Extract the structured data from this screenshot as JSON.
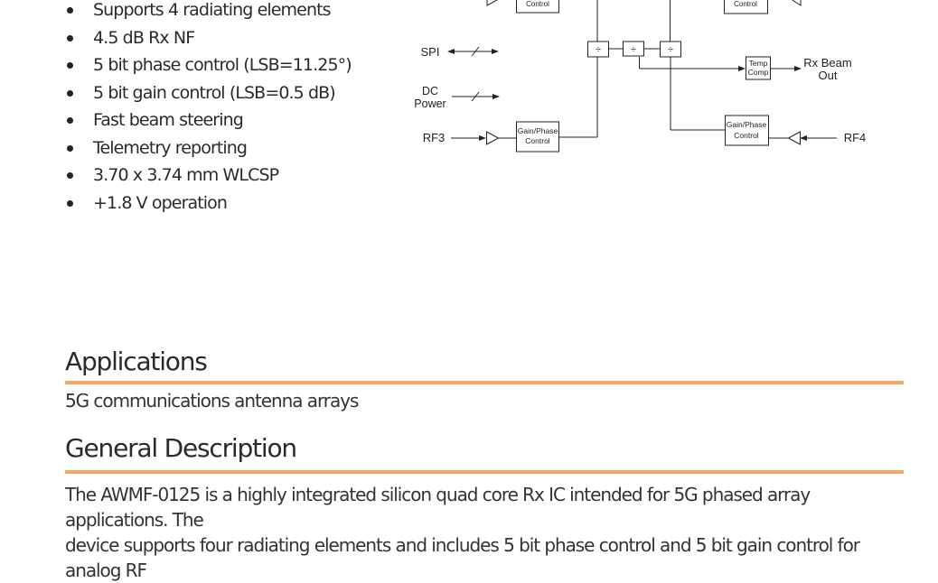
{
  "features": [
    "Supports 4 radiating elements",
    "4.5 dB Rx NF",
    "5 bit phase control (LSB=11.25°)",
    "5 bit gain control (LSB=0.5 dB)",
    "Fast beam steering",
    "Telemetry reporting",
    "3.70 x 3.74 mm WLCSP",
    "+1.8 V operation"
  ],
  "diagram": {
    "control_top_left": "Control",
    "control_top_right": "Control",
    "spi": "SPI",
    "dc": "DC",
    "power": "Power",
    "rf3": "RF3",
    "rf4": "RF4",
    "gain_phase_1": "Gain/Phase",
    "control_1": "Control",
    "gain_phase_2": "Gain/Phase",
    "control_2": "Control",
    "temp": "Temp",
    "comp": "Comp",
    "rx_beam": "Rx Beam",
    "out": "Out",
    "divider_symbol": "÷"
  },
  "applications": {
    "title": "Applications",
    "body": "5G communications antenna arrays"
  },
  "general_description": {
    "title": "General Description",
    "body_line1": "The AWMF-0125 is a highly integrated silicon quad core Rx IC intended for 5G phased array applications. The",
    "body_line2": "device supports four radiating elements and includes 5 bit phase control and 5 bit gain control for analog RF"
  }
}
